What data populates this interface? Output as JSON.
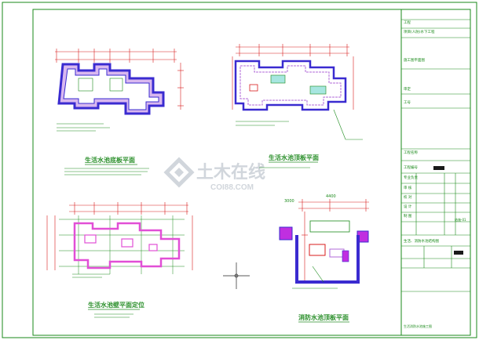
{
  "drawing": {
    "plans": [
      {
        "id": "plan-1",
        "caption": "生活水池底板平面"
      },
      {
        "id": "plan-2",
        "caption": "生活水池顶板平面"
      },
      {
        "id": "plan-3",
        "caption": "生活水池壁平面定位"
      },
      {
        "id": "plan-4",
        "caption": "消防水池顶板平面"
      }
    ],
    "dimensions": {
      "plan4_top": "4400",
      "plan4_left": "3000"
    },
    "watermark": {
      "brand_cn": "土木在线",
      "brand_en": "COI88.COM"
    }
  },
  "title_block": {
    "rows": [
      {
        "label": "工程",
        "value": ""
      },
      {
        "label": "项目(人防)水下工程",
        "value": ""
      },
      {
        "label": "施工图平面图",
        "value": ""
      },
      {
        "label": "审定",
        "value": ""
      },
      {
        "label": "工号",
        "value": ""
      },
      {
        "label": "工程名称",
        "value": ""
      },
      {
        "label": "工程编号",
        "value": ""
      },
      {
        "label": "专业负责",
        "value": ""
      },
      {
        "label": "审 核",
        "value": ""
      },
      {
        "label": "校 对",
        "value": ""
      },
      {
        "label": "设 计",
        "value": ""
      },
      {
        "label": "制 图",
        "value": ""
      }
    ],
    "project_name": "生活、消防水池结构图",
    "drawing_no": "结施-01",
    "bottom_note": "生活消防水池施工图"
  },
  "colors": {
    "frame": "#1a8a1a",
    "wall": "#3a2bd0",
    "wall_fill": "#b06ad8",
    "dim": "#d81b1b",
    "text": "#1a8a1a",
    "crosshair": "#222222"
  }
}
